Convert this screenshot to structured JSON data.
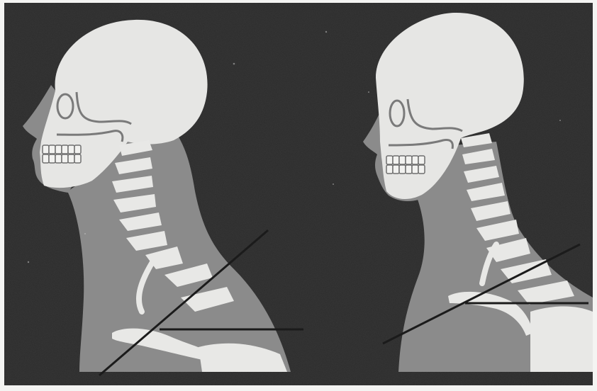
{
  "figure": {
    "panels": [
      {
        "id": "left",
        "description_icon": "skull-neck-profile-upright"
      },
      {
        "id": "right",
        "description_icon": "skull-neck-profile-forward"
      }
    ],
    "colors": {
      "background": "#2b2b2b",
      "border": "#f4f4f2",
      "tissue": "#8a8a8a",
      "bone": "#e8e8e6",
      "line": "#1a1a1a"
    }
  }
}
